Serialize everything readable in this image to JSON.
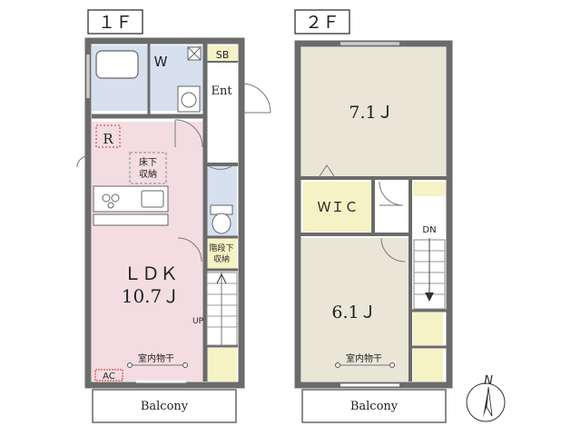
{
  "floors": {
    "first": {
      "label": "１Ｆ",
      "rooms": {
        "ldk_name": "ＬＤＫ",
        "ldk_size": "10.7Ｊ",
        "r": "R",
        "w": "W",
        "sb": "SB",
        "ent": "Ent",
        "underfloor_storage": [
          "床下",
          "収納"
        ],
        "understair_storage": [
          "階段下",
          "収納"
        ],
        "indoor_drying": "室内物干",
        "ac": "AC",
        "up": "UP",
        "balcony": "Balcony"
      }
    },
    "second": {
      "label": "２Ｆ",
      "rooms": {
        "room_a_size": "7.1Ｊ",
        "room_b_size": "6.1Ｊ",
        "wic": "ＷＩＣ",
        "dn": "DN",
        "indoor_drying": "室内物干",
        "balcony": "Balcony"
      }
    }
  },
  "compass": {
    "label": "N"
  },
  "colors": {
    "wall": "#6b6b6b",
    "ldk_floor": "#f3dde2",
    "wet_area": "#d6e0ef",
    "room_floor": "#e9e6d8",
    "storage": "#f5f2c6",
    "balcony": "#ffffff"
  }
}
